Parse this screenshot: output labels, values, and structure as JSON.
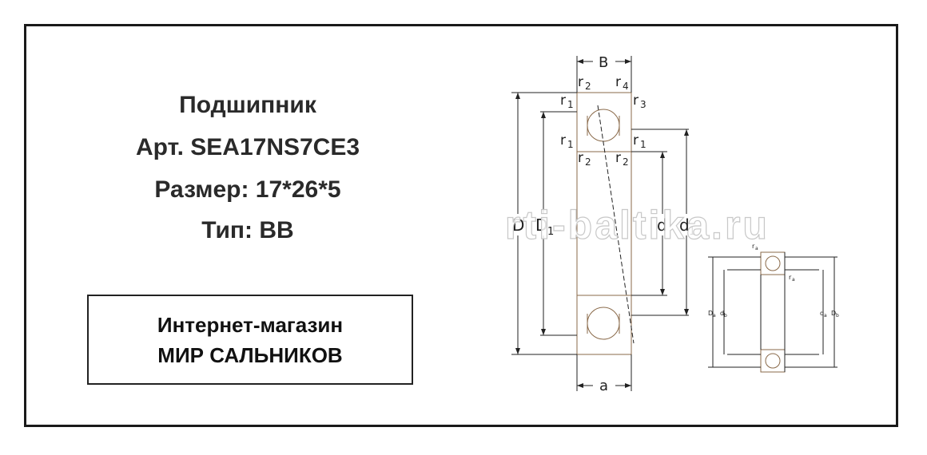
{
  "info": {
    "line1": "Подшипник",
    "line2": "Арт.  SEA17NS7CE3",
    "line3": "Размер:  17*26*5",
    "line4": "Тип:  BB"
  },
  "shop": {
    "line1": "Интернет-магазин",
    "line2": "МИР САЛЬНИКОВ"
  },
  "watermark": "rti-baltika.ru",
  "drawing": {
    "B": "B",
    "a": "a",
    "D": "D",
    "D1": "D",
    "D1_sub": "1",
    "d": "d",
    "d1": "d",
    "d1_sub": "1",
    "r": "r",
    "sub1": "1",
    "sub2": "2",
    "sub3": "3",
    "sub4": "4",
    "small_ra": "r",
    "small_ra_sub": "a",
    "small_D": "D",
    "small_d": "d",
    "small_sub_a": "a",
    "small_sub_b": "b"
  },
  "colors": {
    "bearing": "#8a6a4a",
    "lines": "#222222"
  }
}
